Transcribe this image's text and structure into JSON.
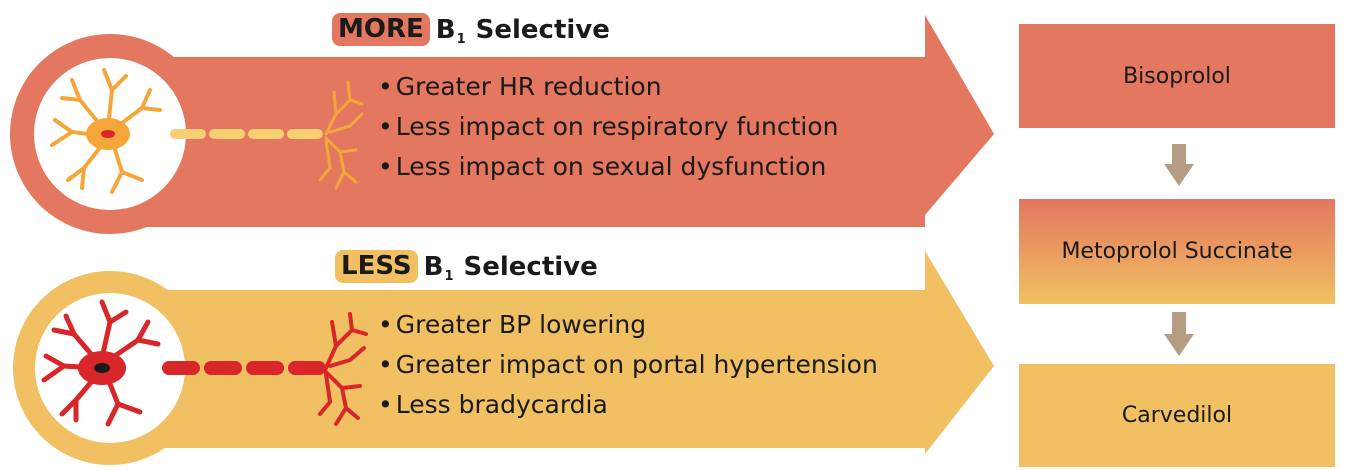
{
  "colors": {
    "more": "#e3775f",
    "less": "#f1c062",
    "neuron_more": "#f4a63a",
    "neuron_less": "#d8262a",
    "flow_arrow": "#b59d84"
  },
  "more": {
    "badge": "MORE",
    "base": "B",
    "subscript": "1",
    "suffix": "Selective",
    "bullets": [
      "Greater HR reduction",
      "Less impact on respiratory function",
      "Less impact on sexual dysfunction"
    ]
  },
  "less": {
    "badge": "LESS",
    "base": "B",
    "subscript": "1",
    "suffix": "Selective",
    "bullets": [
      "Greater BP lowering",
      "Greater impact on portal hypertension",
      "Less bradycardia"
    ]
  },
  "drugs": [
    "Bisoprolol",
    "Metoprolol Succinate",
    "Carvedilol"
  ]
}
